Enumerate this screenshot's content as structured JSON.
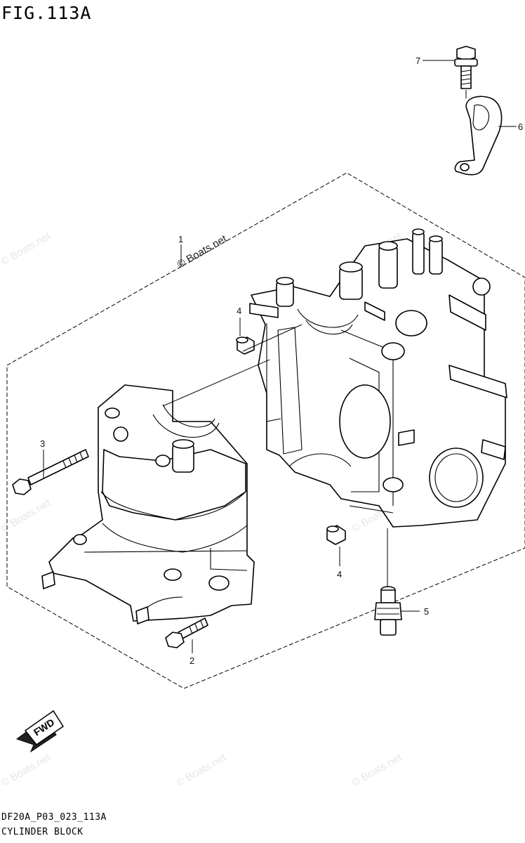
{
  "figure_label": "FIG.113A",
  "diagram_code": "DF20A_P03_023_113A",
  "diagram_title": "CYLINDER BLOCK",
  "stamp": "© Boats.net",
  "watermark": "© Boats.net",
  "callouts": {
    "c1": "1",
    "c2": "2",
    "c3": "3",
    "c4a": "4",
    "c4b": "4",
    "c5": "5",
    "c6": "6",
    "c7": "7"
  },
  "fwd_label": "FWD"
}
